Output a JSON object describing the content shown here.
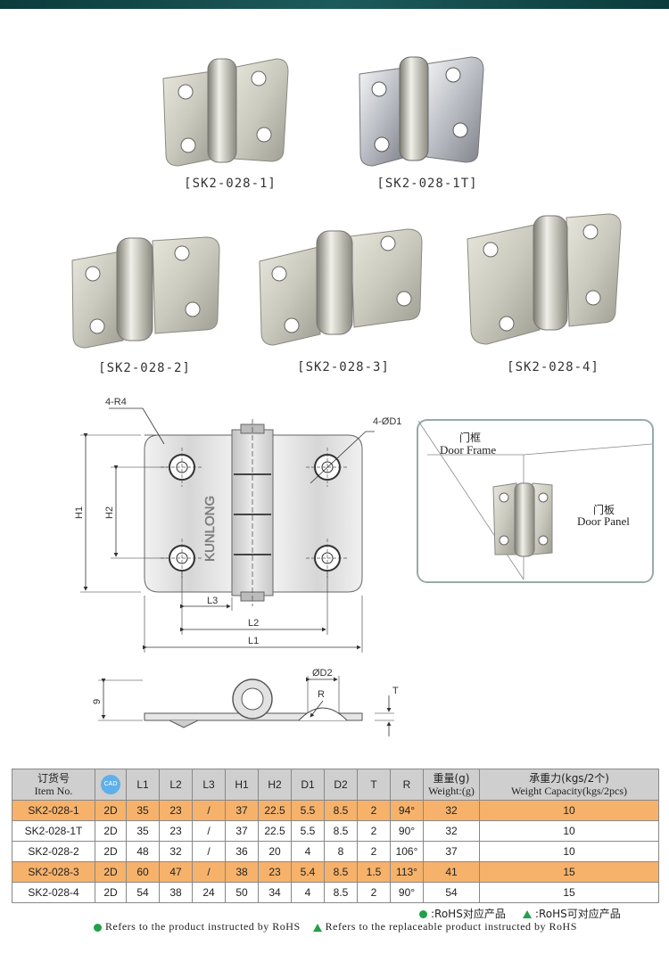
{
  "products": [
    {
      "caption": "[SK2-028-1]"
    },
    {
      "caption": "[SK2-028-1T]"
    },
    {
      "caption": "[SK2-028-2]"
    },
    {
      "caption": "[SK2-028-3]"
    },
    {
      "caption": "[SK2-028-4]"
    }
  ],
  "drawing": {
    "r_label": "4-R4",
    "d1_label": "4-ØD1",
    "brand": "KUNLONG",
    "h1": "H1",
    "h2": "H2",
    "l1": "L1",
    "l2": "L2",
    "l3": "L3",
    "d2": "ØD2",
    "r": "R",
    "t": "T",
    "thickness": "9"
  },
  "door_diagram": {
    "frame_cn": "门框",
    "frame_en": "Door Frame",
    "panel_cn": "门板",
    "panel_en": "Door Panel"
  },
  "table": {
    "headers": {
      "item_cn": "订货号",
      "item_en": "Item No.",
      "cad": "CAD",
      "l1": "L1",
      "l2": "L2",
      "l3": "L3",
      "h1": "H1",
      "h2": "H2",
      "d1": "D1",
      "d2": "D2",
      "t": "T",
      "r": "R",
      "weight_cn": "重量(g)",
      "weight_en": "Weight:(g)",
      "cap_cn": "承重力(kgs/2个)",
      "cap_en": "Weight Capacity(kgs/2pcs)"
    },
    "rows": [
      {
        "item": "SK2-028-1",
        "cad": "2D",
        "l1": "35",
        "l2": "23",
        "l3": "/",
        "h1": "37",
        "h2": "22.5",
        "d1": "5.5",
        "d2": "8.5",
        "t": "2",
        "r": "94°",
        "weight": "32",
        "capacity": "10"
      },
      {
        "item": "SK2-028-1T",
        "cad": "2D",
        "l1": "35",
        "l2": "23",
        "l3": "/",
        "h1": "37",
        "h2": "22.5",
        "d1": "5.5",
        "d2": "8.5",
        "t": "2",
        "r": "90°",
        "weight": "32",
        "capacity": "10"
      },
      {
        "item": "SK2-028-2",
        "cad": "2D",
        "l1": "48",
        "l2": "32",
        "l3": "/",
        "h1": "36",
        "h2": "20",
        "d1": "4",
        "d2": "8",
        "t": "2",
        "r": "106°",
        "weight": "37",
        "capacity": "10"
      },
      {
        "item": "SK2-028-3",
        "cad": "2D",
        "l1": "60",
        "l2": "47",
        "l3": "/",
        "h1": "38",
        "h2": "23",
        "d1": "5.4",
        "d2": "8.5",
        "t": "1.5",
        "r": "113°",
        "weight": "41",
        "capacity": "15"
      },
      {
        "item": "SK2-028-4",
        "cad": "2D",
        "l1": "54",
        "l2": "38",
        "l3": "24",
        "h1": "50",
        "h2": "34",
        "d1": "4",
        "d2": "8.5",
        "t": "2",
        "r": "90°",
        "weight": "54",
        "capacity": "15"
      }
    ]
  },
  "legend": {
    "rohs": ":RoHS对应产品",
    "rohs_replace": ":RoHS可对应产品",
    "note_rohs": "Refers to the product instructed by RoHS",
    "note_replace": "Refers to the replaceable product instructed by RoHS",
    "colors": {
      "mark": "#23a04a",
      "highlight": "#f6b26b"
    }
  }
}
